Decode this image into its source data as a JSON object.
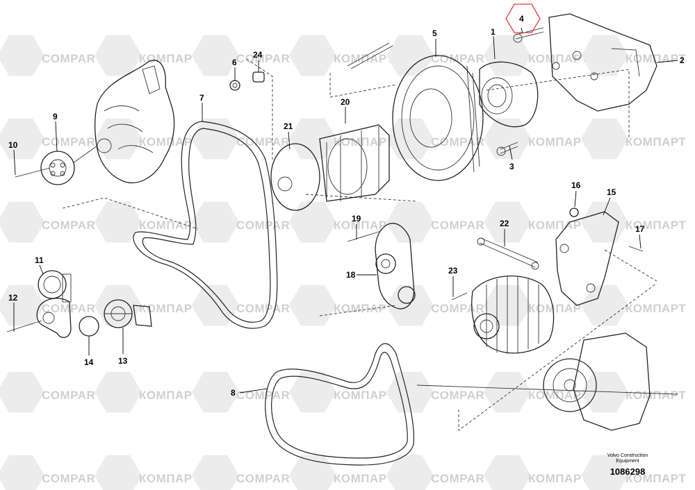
{
  "watermark": {
    "latin": "COMPART",
    "cyrillic": "КОМПАРТ"
  },
  "callouts": [
    "1",
    "2",
    "3",
    "4",
    "5",
    "6",
    "7",
    "8",
    "9",
    "10",
    "11",
    "12",
    "13",
    "14",
    "15",
    "16",
    "17",
    "18",
    "19",
    "20",
    "21",
    "22",
    "23",
    "24"
  ],
  "highlighted_callout": "4",
  "highlight_color": "#e53935",
  "footer": {
    "brand_line1": "Volvo Construction",
    "brand_line2": "Equipment",
    "drawing_number": "1086298"
  }
}
